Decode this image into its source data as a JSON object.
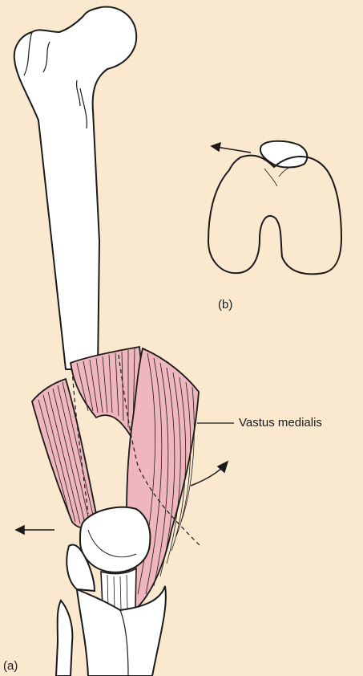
{
  "labels": {
    "vastus_medialis": "Vastus medialis",
    "panel_b": "(b)",
    "panel_a": "(a)"
  },
  "colors": {
    "background": "#fbe9cf",
    "bone_fill": "#ffffff",
    "muscle_fill": "#efb7bd",
    "outline": "#1a1a1a"
  },
  "icons": [
    "medial-arrow-icon",
    "lateral-pull-arrow-icon",
    "patella-shift-arrow-icon"
  ]
}
